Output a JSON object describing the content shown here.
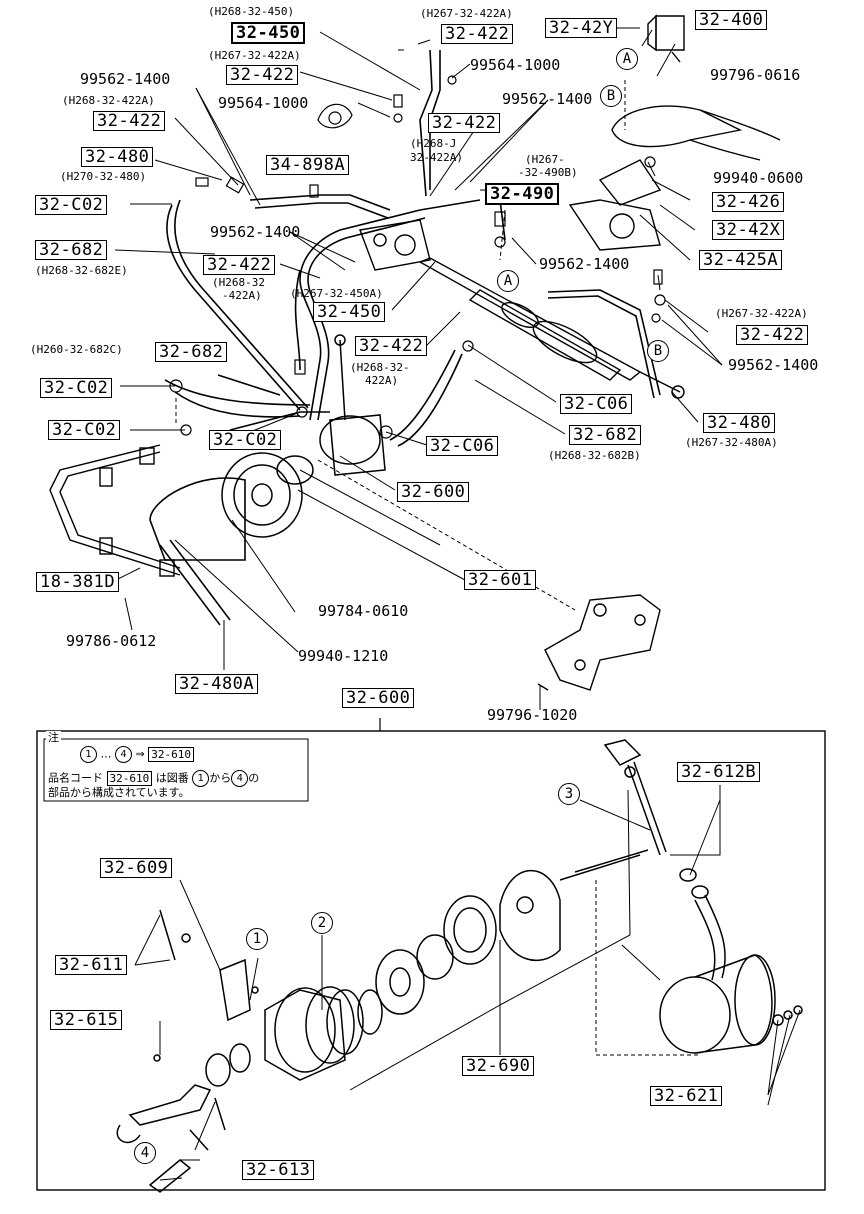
{
  "labels": {
    "p32_400": "32-400",
    "p32_42Y": "32-42Y",
    "p32_422_a": "32-422",
    "p32_450_top": "32-450",
    "p32_422_b": "32-422",
    "p32_422_c": "32-422",
    "p32_422_d": "32-422",
    "p32_480_a": "32-480",
    "p34_898A": "34-898A",
    "p32_C02_a": "32-C02",
    "p32_490": "32-490",
    "p32_426": "32-426",
    "p32_42X": "32-42X",
    "p32_425A": "32-425A",
    "p32_682_a": "32-682",
    "p32_422_e": "32-422",
    "p32_450_mid": "32-450",
    "p32_422_f": "32-422",
    "p32_422_g": "32-422",
    "p32_682_b": "32-682",
    "p32_C02_b": "32-C02",
    "p32_C06_a": "32-C06",
    "p32_C02_c": "32-C02",
    "p32_480_b": "32-480",
    "p32_C02_d": "32-C02",
    "p32_682_c": "32-682",
    "p32_C06_b": "32-C06",
    "p32_600_a": "32-600",
    "p32_601": "32-601",
    "p18_381D": "18-381D",
    "p32_480A": "32-480A",
    "p32_600_b": "32-600",
    "p32_612B": "32-612B",
    "p32_609": "32-609",
    "p32_611": "32-611",
    "p32_615": "32-615",
    "p32_690": "32-690",
    "p32_621": "32-621",
    "p32_613": "32-613"
  },
  "subcodes": {
    "h268_450": "(H268-32-450)",
    "h267_422a_top": "(H267-32-422A)",
    "h267_422a_2": "(H267-32-422A)",
    "h268_422a": "(H268-32-422A)",
    "h270_480": "(H270-32-480)",
    "h268_682e": "(H268-32-682E)",
    "h268_j_1": "(H268-J",
    "h268_j_2": "32-422A)",
    "h267_490b_1": "(H267-",
    "h267_490b_2": "-32-490B)",
    "h268_32_1": "(H268-32",
    "h268_32_2": "-422A)",
    "h267_450a": "(H267-32-450A)",
    "h260_682c": "(H260-32-682C)",
    "h268_422a_b1": "(H268-32-",
    "h268_422a_b2": "422A)",
    "h267_422a_r": "(H267-32-422A)",
    "h268_682b": "(H268-32-682B)",
    "h267_480a": "(H267-32-480A)"
  },
  "numbers": {
    "n99564_1000_a": "99564-1000",
    "n99562_1400_a": "99562-1400",
    "n99564_1000_b": "99564-1000",
    "n99796_0616": "99796-0616",
    "n99562_1400_b": "99562-1400",
    "n99940_0600": "99940-0600",
    "n99562_1400_c": "99562-1400",
    "n99562_1400_d": "99562-1400",
    "n99562_1400_e": "99562-1400",
    "n99784_0610": "99784-0610",
    "n99786_0612": "99786-0612",
    "n99940_1210": "99940-1210",
    "n99796_1020": "99796-1020"
  },
  "callouts": {
    "A1": "A",
    "B1": "B",
    "A2": "A",
    "B2": "B",
    "c1": "1",
    "c2": "2",
    "c3": "3",
    "c4": "4"
  },
  "note": {
    "title": "注",
    "n1": "1",
    "dots": "…",
    "n4": "4",
    "arrow": "⇒",
    "target": "32-610",
    "line2_pre": "品名コード",
    "code": "32-610",
    "line2_mid": "は図番",
    "a": "1",
    "kara": "から",
    "b": "4",
    "no": "の",
    "line3": "部品から構成されています。"
  }
}
